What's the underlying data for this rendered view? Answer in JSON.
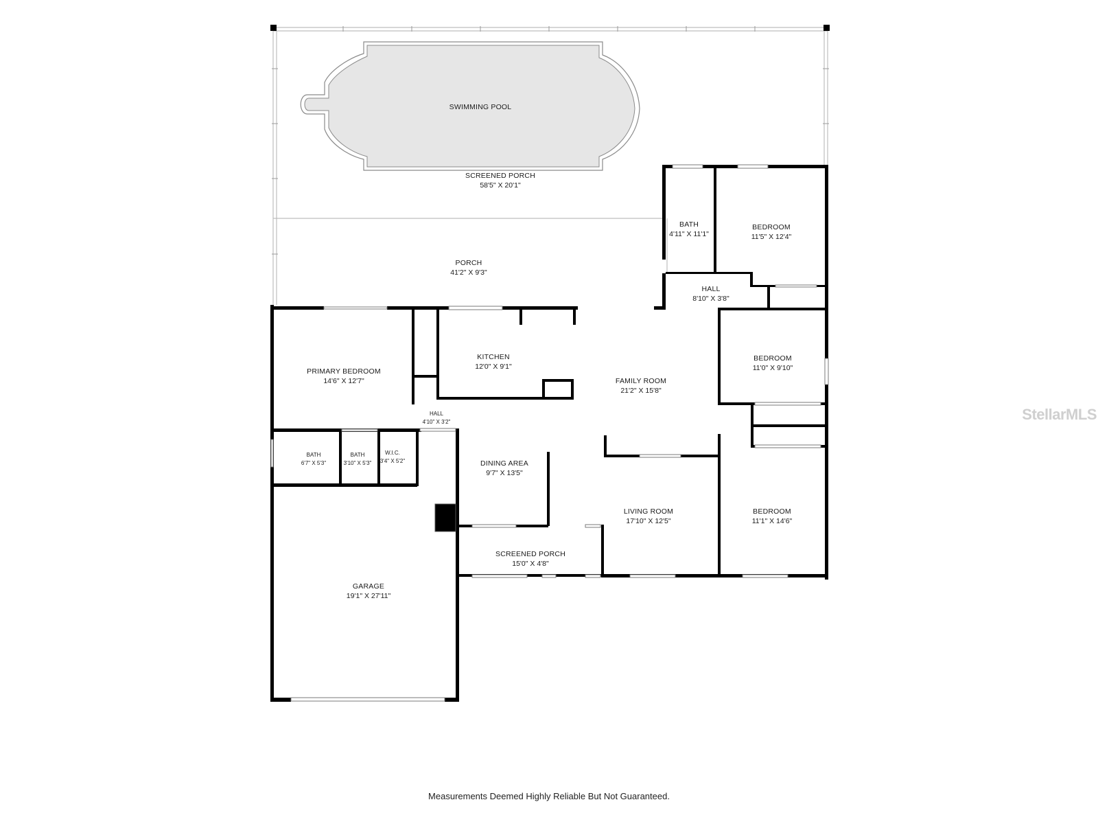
{
  "rooms": {
    "swimming_pool": {
      "name": "SWIMMING POOL"
    },
    "screened_porch_rear": {
      "name": "SCREENED PORCH",
      "dims": "58'5\" X 20'1\""
    },
    "porch": {
      "name": "PORCH",
      "dims": "41'2\" X 9'3\""
    },
    "bath_upper": {
      "name": "BATH",
      "dims": "4'11\" X 11'1\""
    },
    "bedroom_ne": {
      "name": "BEDROOM",
      "dims": "11'5\" X 12'4\""
    },
    "hall_upper": {
      "name": "HALL",
      "dims": "8'10\" X 3'8\""
    },
    "kitchen": {
      "name": "KITCHEN",
      "dims": "12'0\" X 9'1\""
    },
    "family_room": {
      "name": "FAMILY ROOM",
      "dims": "21'2\" X 15'8\""
    },
    "bedroom_e": {
      "name": "BEDROOM",
      "dims": "11'0\" X 9'10\""
    },
    "primary_bedroom": {
      "name": "PRIMARY BEDROOM",
      "dims": "14'6\" X 12'7\""
    },
    "hall_small": {
      "name": "HALL",
      "dims": "4'10\" X 3'2\""
    },
    "bath_1": {
      "name": "BATH",
      "dims": "6'7\" X 5'3\""
    },
    "bath_2": {
      "name": "BATH",
      "dims": "3'10\" X 5'3\""
    },
    "wic": {
      "name": "W.I.C.",
      "dims": "3'4\" X 5'2\""
    },
    "dining_area": {
      "name": "DINING AREA",
      "dims": "9'7\" X 13'5\""
    },
    "living_room": {
      "name": "LIVING ROOM",
      "dims": "17'10\" X 12'5\""
    },
    "bedroom_se": {
      "name": "BEDROOM",
      "dims": "11'1\" X 14'6\""
    },
    "screened_porch_front": {
      "name": "SCREENED PORCH",
      "dims": "15'0\" X 4'8\""
    },
    "garage": {
      "name": "GARAGE",
      "dims": "19'1\" X 27'11\""
    }
  },
  "footer": {
    "disclaimer": "Measurements Deemed Highly Reliable But Not Guaranteed."
  },
  "watermark": {
    "text": "StellarMLS"
  },
  "colors": {
    "wall": "#000000",
    "pool_fill": "#e6e6e6",
    "screen_line": "#bdbdbd",
    "background": "#ffffff"
  }
}
